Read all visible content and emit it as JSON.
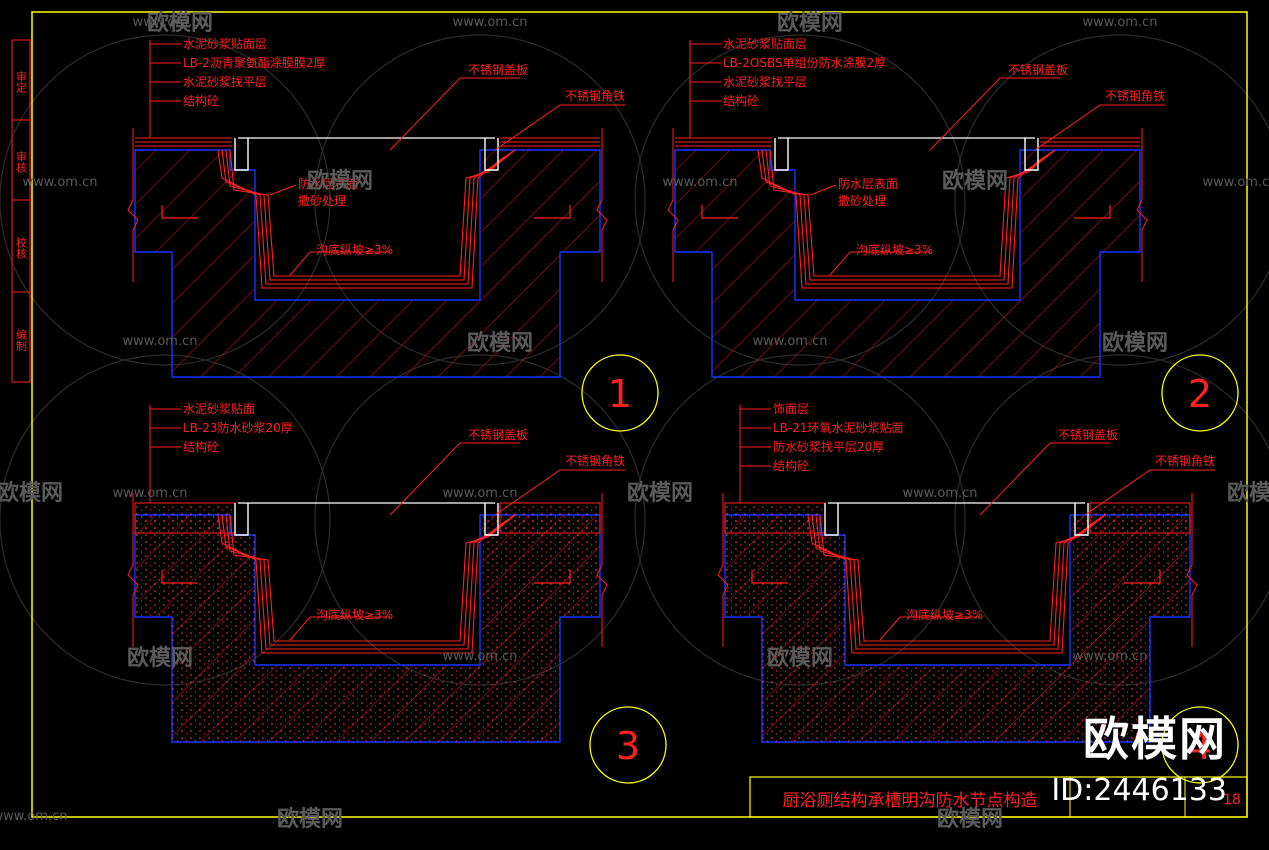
{
  "colors": {
    "background": "#000000",
    "border": "#ffff00",
    "structure": "#ff2020",
    "outline": "#1a33ff",
    "hatch": "#d01818",
    "circle": "#ffff00",
    "watermark": "#5a5a5a"
  },
  "side_column": {
    "labels": [
      "审定",
      "审核",
      "校核",
      "编制"
    ]
  },
  "details": [
    {
      "number": "1",
      "layers": [
        "水泥砂浆贴面层",
        "LB-2沥青聚氨酯涂膜膜2厚",
        "水泥砂浆找平层",
        "结构砼"
      ],
      "cover_label": "不锈钢盖板",
      "angle_label": "不锈钢角铁",
      "inner_labels": [
        "防水层表面",
        "撒砂处理"
      ],
      "slope_label": "沟底纵坡≥3%"
    },
    {
      "number": "2",
      "layers": [
        "水泥砂浆贴面层",
        "LB-2OSBS单组份防水涂膜2厚",
        "水泥砂浆找平层",
        "结构砼"
      ],
      "cover_label": "不锈钢盖板",
      "angle_label": "不锈钢角铁",
      "inner_labels": [
        "防水层表面",
        "撒砂处理"
      ],
      "slope_label": "沟底纵坡≥3%"
    },
    {
      "number": "3",
      "layers": [
        "水泥砂浆贴面",
        "LB-23防水砂浆20厚",
        "结构砼"
      ],
      "cover_label": "不锈钢盖板",
      "angle_label": "不锈钢角铁",
      "inner_labels": [],
      "slope_label": "沟底纵坡≥3%"
    },
    {
      "number": "4",
      "layers": [
        "饰面层",
        "LB-21环氧水泥砂浆贴面",
        "防水砂浆找平层20厚",
        "结构砼"
      ],
      "cover_label": "不锈钢盖板",
      "angle_label": "不锈钢角铁",
      "inner_labels": [],
      "slope_label": "沟底纵坡≥3%"
    }
  ],
  "title_block": {
    "title": "厨浴厕结构承槽明沟防水节点构造",
    "sheet_number": "18"
  },
  "watermarks": {
    "site": "www.om.cn",
    "brand": "欧模网",
    "brand_big": "欧模网",
    "id": "ID:2446133"
  }
}
